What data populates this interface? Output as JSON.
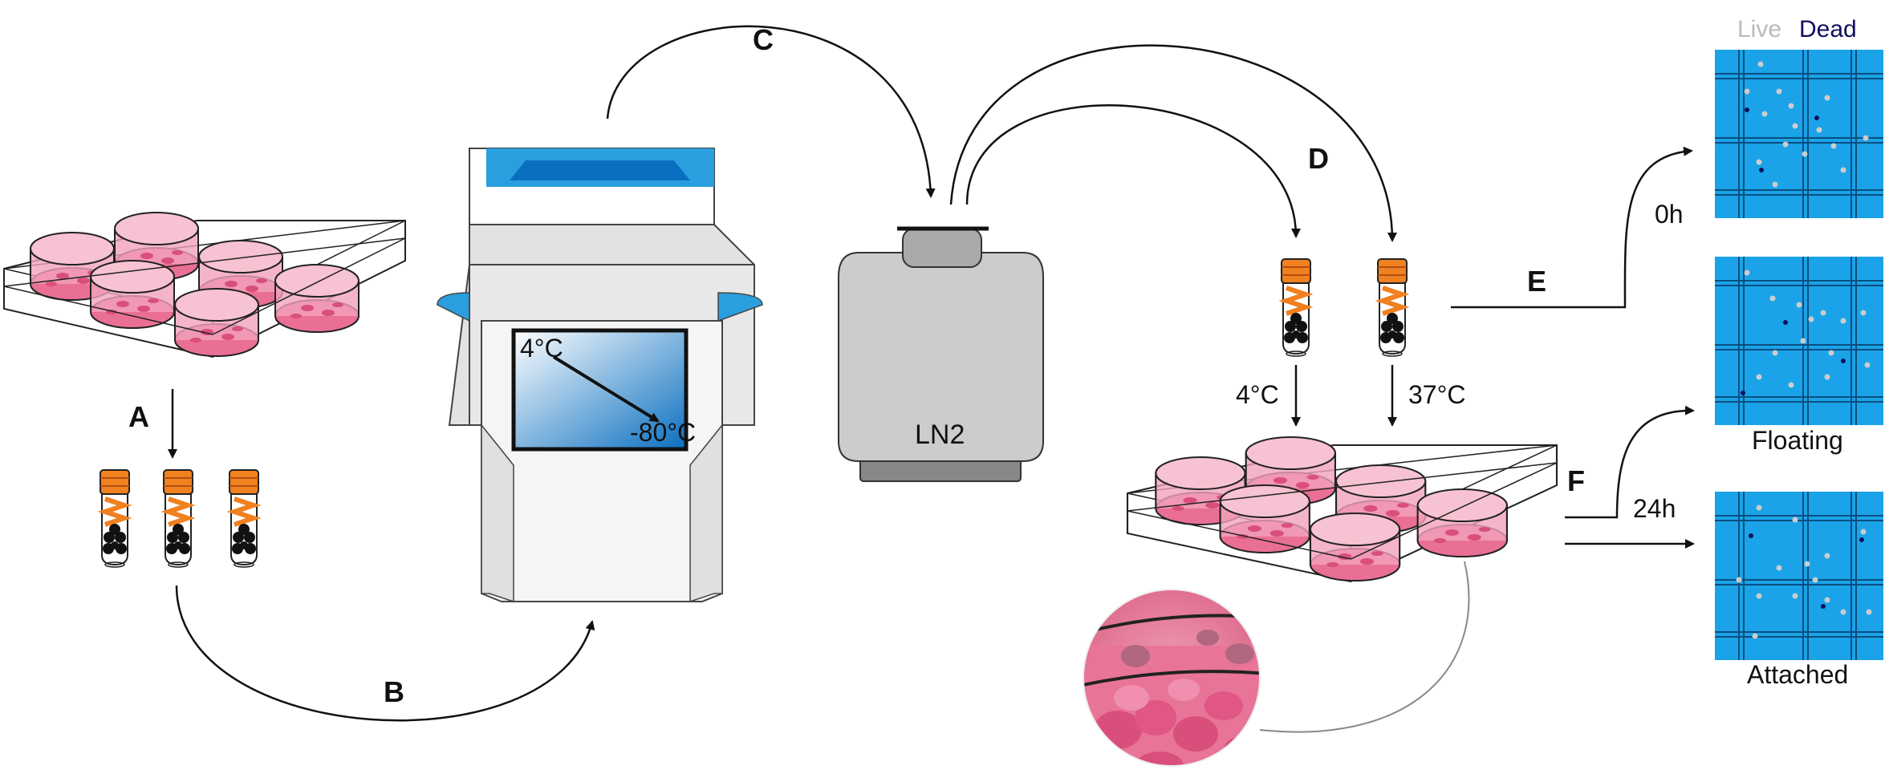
{
  "steps": {
    "a": "A",
    "b": "B",
    "c": "C",
    "d": "D",
    "e": "E",
    "f": "F"
  },
  "freezer": {
    "start_temp": "4°C",
    "end_temp": "-80°C"
  },
  "dewar": {
    "label": "LN2"
  },
  "thaw": {
    "cold": "4°C",
    "warm": "37°C"
  },
  "timepoints": {
    "t0": "0h",
    "t24": "24h"
  },
  "legend": {
    "live": "Live",
    "dead": "Dead"
  },
  "panels": {
    "floating": "Floating",
    "attached": "Attached"
  },
  "colors": {
    "medium_pink": "#e8799a",
    "cap_orange": "#f08020",
    "freezer_blue": "#2a9fe0",
    "panel_blue": "#1aa3e8",
    "dead_navy": "#101060",
    "live_gray": "#bbbbbb"
  }
}
